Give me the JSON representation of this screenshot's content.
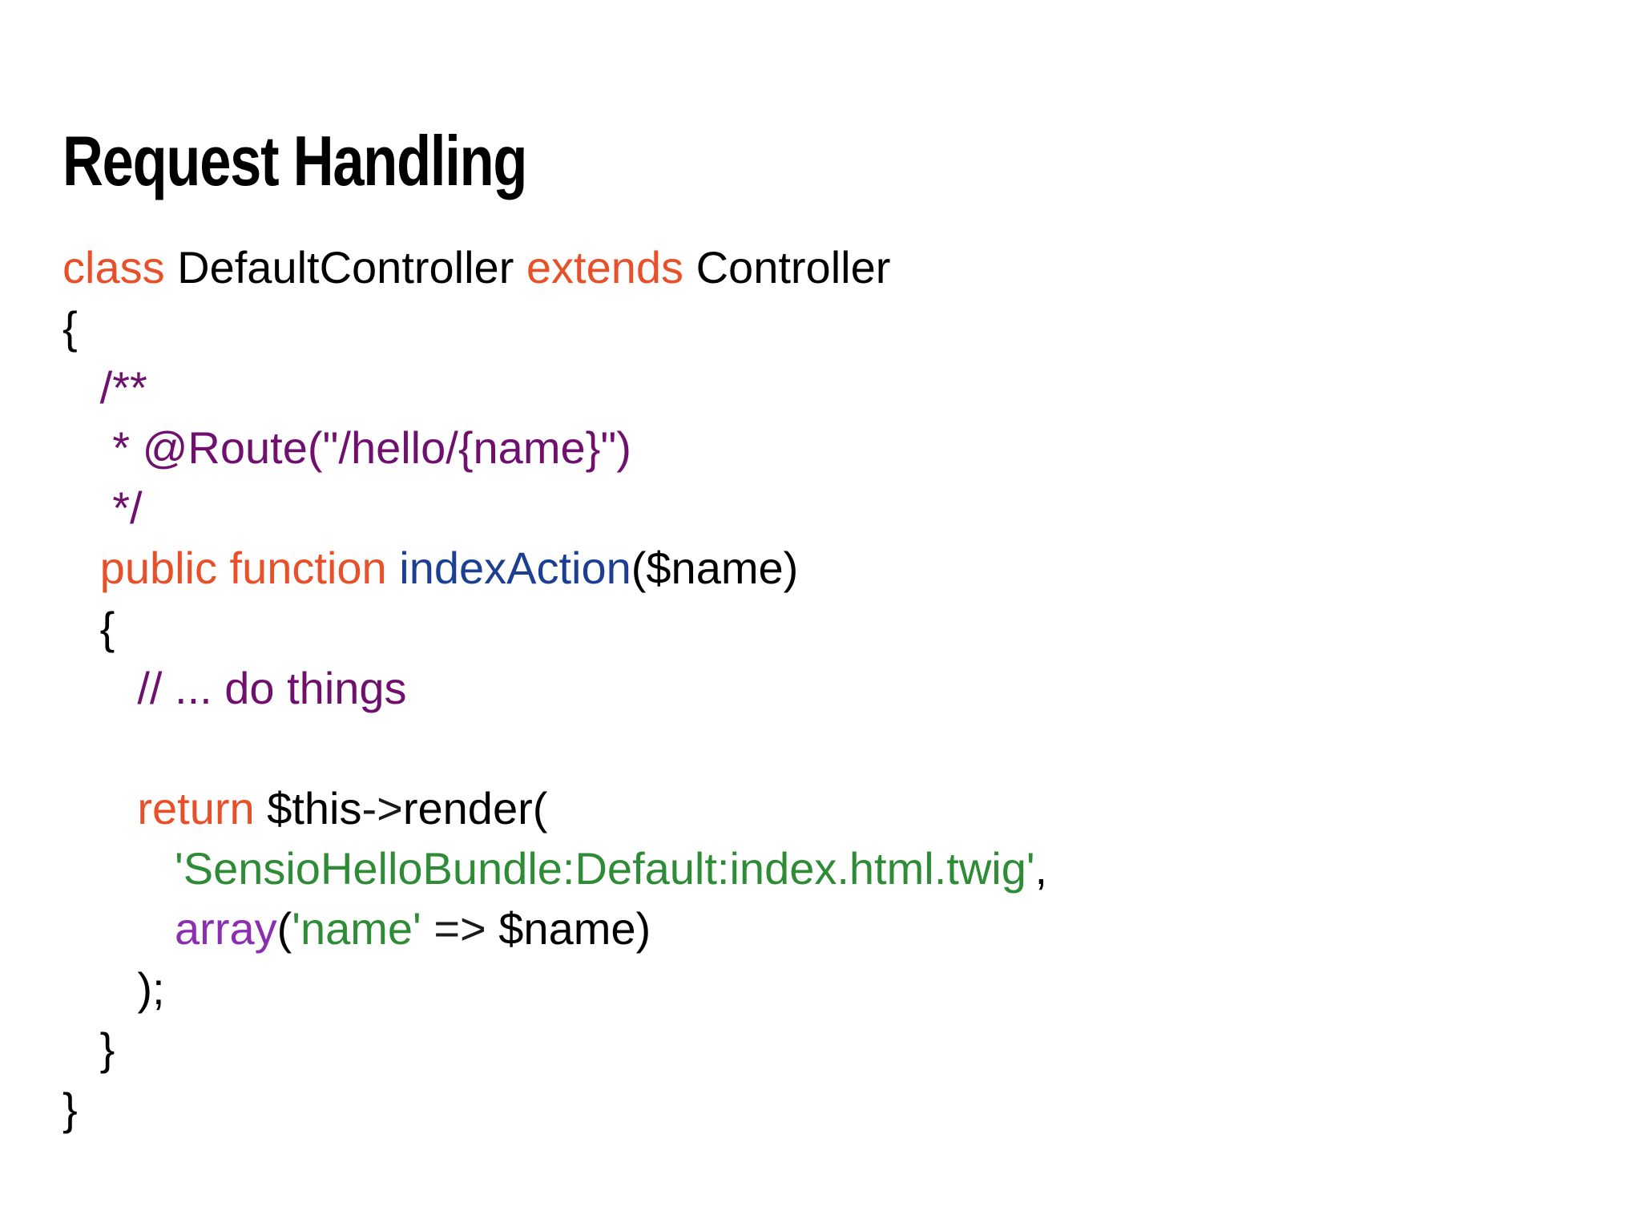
{
  "slide": {
    "title": "Request Handling",
    "background_color": "#ffffff"
  },
  "syntax_colors": {
    "default": "#000000",
    "keyword": "#e8502a",
    "comment": "#70106e",
    "function_name": "#1c3f94",
    "string": "#2e8b36",
    "builtin": "#8b2fb0",
    "operator": "#e8502a"
  },
  "code": {
    "language": "php",
    "lines": [
      {
        "id": "line-1",
        "tokens": [
          {
            "text": "class ",
            "type": "keyword"
          },
          {
            "text": "DefaultController ",
            "type": "default"
          },
          {
            "text": "extends ",
            "type": "keyword"
          },
          {
            "text": "Controller",
            "type": "default"
          }
        ]
      },
      {
        "id": "line-2",
        "tokens": [
          {
            "text": "{",
            "type": "default"
          }
        ]
      },
      {
        "id": "line-3",
        "tokens": [
          {
            "text": "   /**",
            "type": "comment"
          }
        ]
      },
      {
        "id": "line-4",
        "tokens": [
          {
            "text": "    * @Route(\"/hello/{name}\")",
            "type": "comment"
          }
        ]
      },
      {
        "id": "line-5",
        "tokens": [
          {
            "text": "    */",
            "type": "comment"
          }
        ]
      },
      {
        "id": "line-6",
        "tokens": [
          {
            "text": "   public function ",
            "type": "keyword"
          },
          {
            "text": "indexAction",
            "type": "function_name"
          },
          {
            "text": "($name)",
            "type": "default"
          }
        ]
      },
      {
        "id": "line-7",
        "tokens": [
          {
            "text": "   {",
            "type": "default"
          }
        ]
      },
      {
        "id": "line-8",
        "tokens": [
          {
            "text": "      // ... do things",
            "type": "comment"
          }
        ]
      },
      {
        "id": "line-9",
        "tokens": [
          {
            "text": " ",
            "type": "default"
          }
        ]
      },
      {
        "id": "line-10",
        "tokens": [
          {
            "text": "      return ",
            "type": "keyword"
          },
          {
            "text": "$this",
            "type": "default"
          },
          {
            "text": "->",
            "type": "operator"
          },
          {
            "text": "render(",
            "type": "default"
          }
        ]
      },
      {
        "id": "line-11",
        "tokens": [
          {
            "text": "         'SensioHelloBundle:Default:index.html.twig'",
            "type": "string"
          },
          {
            "text": ",",
            "type": "default"
          }
        ]
      },
      {
        "id": "line-12",
        "tokens": [
          {
            "text": "         array",
            "type": "builtin"
          },
          {
            "text": "(",
            "type": "default"
          },
          {
            "text": "'name' ",
            "type": "string"
          },
          {
            "text": "=> ",
            "type": "operator"
          },
          {
            "text": "$name)",
            "type": "default"
          }
        ]
      },
      {
        "id": "line-13",
        "tokens": [
          {
            "text": "      );",
            "type": "default"
          }
        ]
      },
      {
        "id": "line-14",
        "tokens": [
          {
            "text": "   }",
            "type": "default"
          }
        ]
      },
      {
        "id": "line-15",
        "tokens": [
          {
            "text": "}",
            "type": "default"
          }
        ]
      }
    ]
  }
}
